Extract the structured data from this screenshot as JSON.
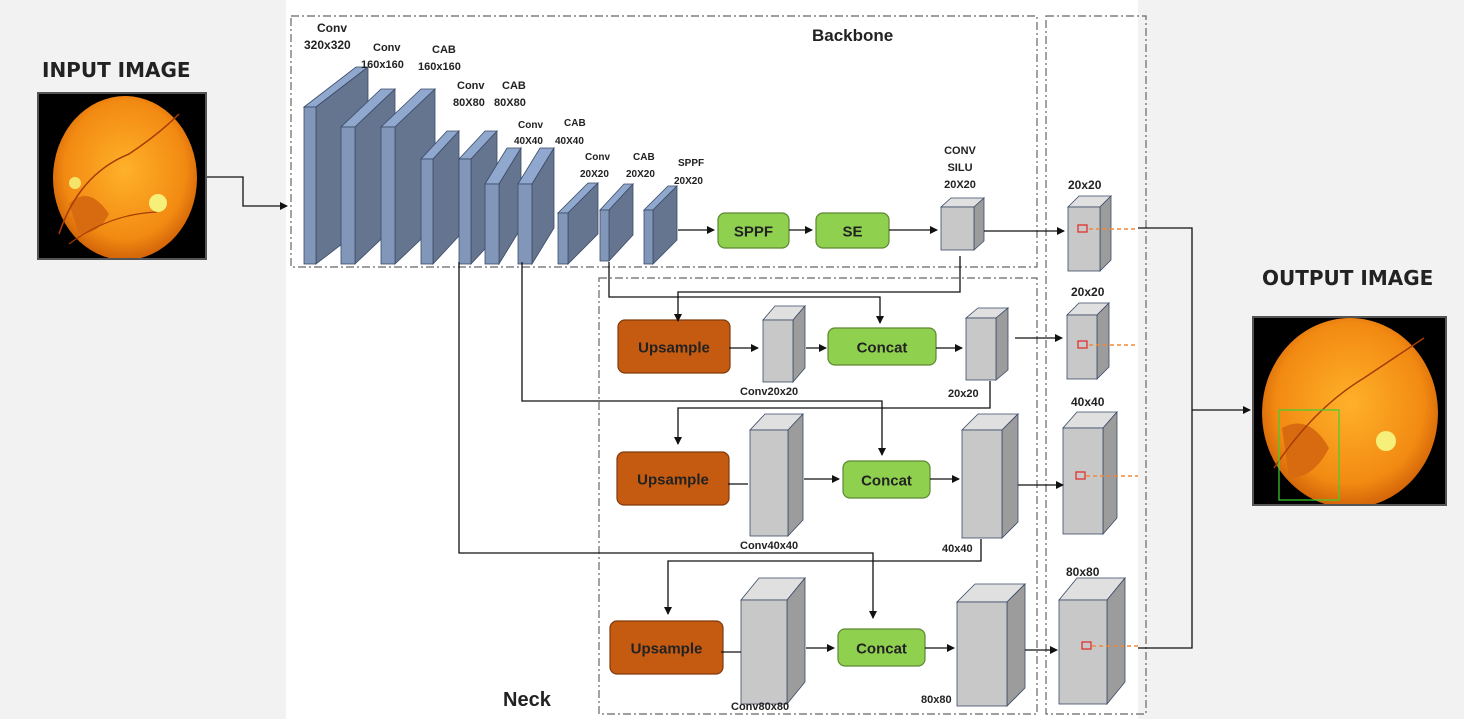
{
  "titles": {
    "input": "INPUT IMAGE",
    "output": "OUTPUT IMAGE"
  },
  "sections": {
    "backbone": "Backbone",
    "neck": "Neck"
  },
  "backbone_layers": [
    {
      "l1": "Conv",
      "l2": "320x320"
    },
    {
      "l1": "Conv",
      "l2": "160x160"
    },
    {
      "l1": "CAB",
      "l2": "160x160"
    },
    {
      "l1": "Conv",
      "l2": "80X80"
    },
    {
      "l1": "CAB",
      "l2": "80X80"
    },
    {
      "l1": "Conv",
      "l2": "40X40"
    },
    {
      "l1": "CAB",
      "l2": "40X40"
    },
    {
      "l1": "Conv",
      "l2": "20X20"
    },
    {
      "l1": "CAB",
      "l2": "20X20"
    },
    {
      "l1": "SPPF",
      "l2": "20X20"
    }
  ],
  "blocks": {
    "sppf": "SPPF",
    "se": "SE",
    "upsample": "Upsample",
    "concat": "Concat"
  },
  "conv_silu": {
    "l1": "CONV",
    "l2": "SILU",
    "l3": "20X20"
  },
  "neck_labels": {
    "conv_a": "Conv20x20",
    "out_a": "20x20",
    "conv_b": "Conv40x40",
    "out_b": "40x40",
    "conv_c": "Conv80x80",
    "out_c": "80x80"
  },
  "head_labels": [
    "20x20",
    "20x20",
    "40x40",
    "80x80"
  ],
  "colors": {
    "layer": "#8196b8",
    "cube": "#c8c8c8",
    "green": "#8fd14f",
    "orange": "#c55a11",
    "detect": "#e0312f"
  }
}
